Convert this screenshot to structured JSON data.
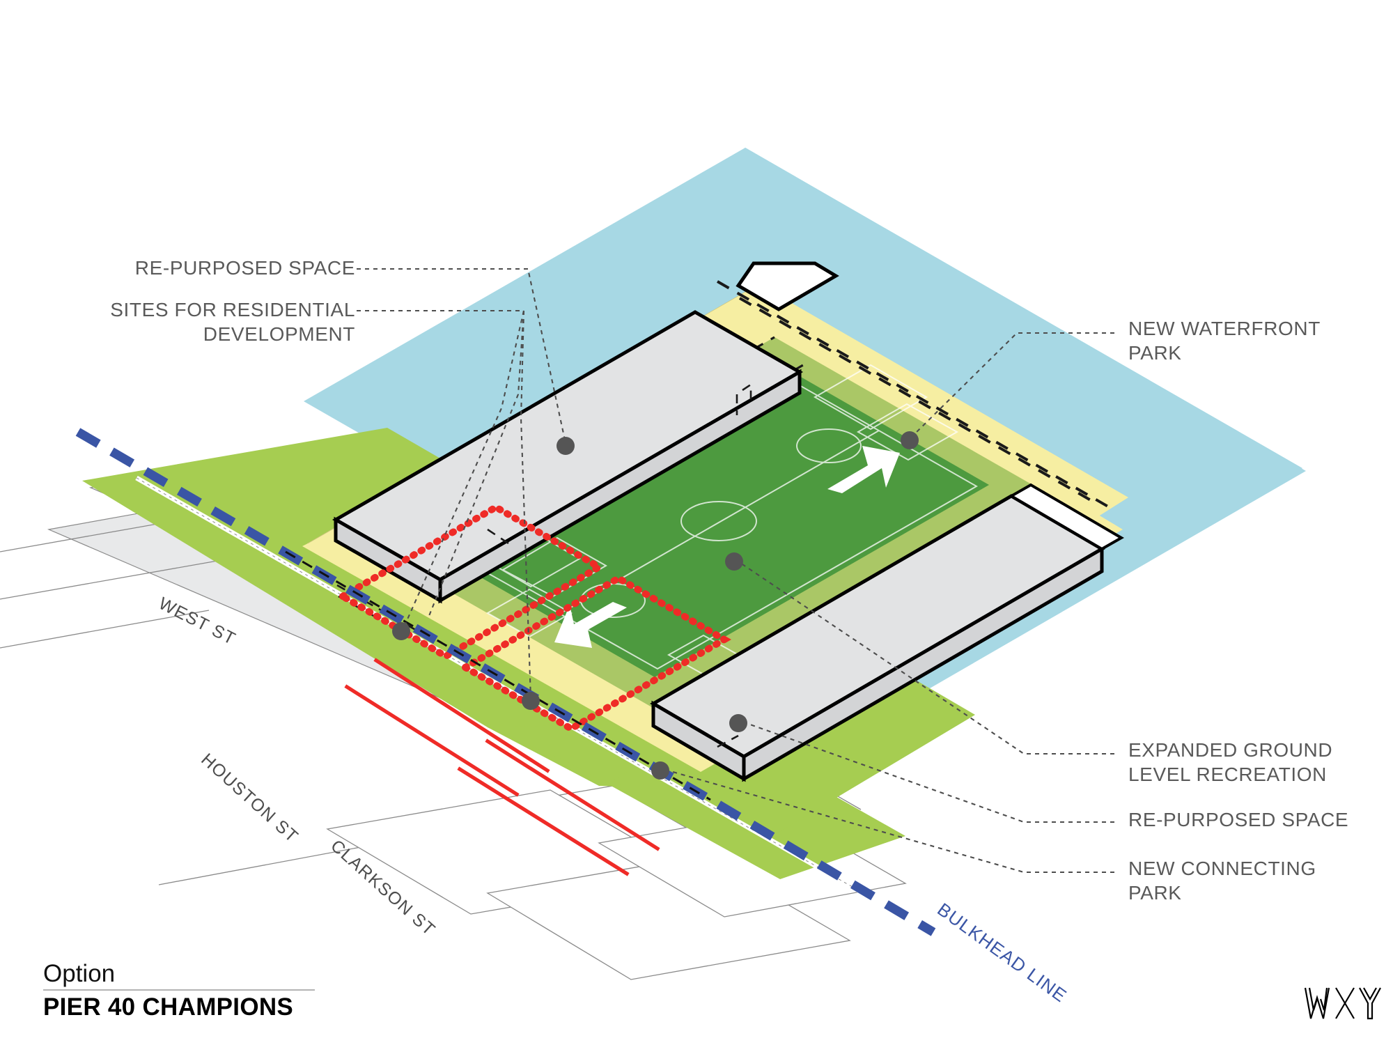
{
  "meta": {
    "kind": "axonometric site plan diagram",
    "subject": "Pier 40 waterfront redevelopment concept"
  },
  "titleblock": {
    "option_label": "Option",
    "scheme_name": "PIER 40 CHAMPIONS"
  },
  "logo": {
    "text": "WXY",
    "letters": [
      "W",
      "X",
      "Y"
    ]
  },
  "annotations": {
    "left": [
      {
        "id": "repurposed-space-left",
        "text": "RE-PURPOSED SPACE",
        "align": "right"
      },
      {
        "id": "residential-sites",
        "text": "SITES FOR RESIDENTIAL\nDEVELOPMENT",
        "align": "right"
      }
    ],
    "right": [
      {
        "id": "waterfront-park",
        "text": "NEW WATERFRONT\nPARK",
        "align": "left"
      },
      {
        "id": "ground-recreation",
        "text": "EXPANDED GROUND\nLEVEL RECREATION",
        "align": "left"
      },
      {
        "id": "repurposed-space-right",
        "text": "RE-PURPOSED SPACE",
        "align": "left"
      },
      {
        "id": "connecting-park",
        "text": "NEW CONNECTING\nPARK",
        "align": "left"
      }
    ]
  },
  "map_labels": {
    "streets": [
      {
        "name": "WEST ST",
        "rotation_deg": 27
      },
      {
        "name": "HOUSTON ST",
        "rotation_deg": 42
      },
      {
        "name": "CLARKSON ST",
        "rotation_deg": 42
      }
    ],
    "boundary": {
      "name": "BULKHEAD LINE",
      "rotation_deg": 36,
      "color": "#3a55a5"
    }
  },
  "colors": {
    "water": "#a7d8e4",
    "park_green": "#a6cd51",
    "field_green": "#4d9a3f",
    "field_apron": "#aac766",
    "promenade_yellow": "#f6eea2",
    "building_top": "#e2e3e4",
    "building_side": "#d3d4d6",
    "pavement": "#e8e9ea",
    "outline_black": "#000000",
    "leader_gray": "#555555",
    "site_red": "#ef2b27",
    "bulkhead_blue": "#3a55a5",
    "label_gray": "#595959",
    "arrow_white": "#ffffff"
  },
  "legend_markers": {
    "leader_dot_count": 7,
    "white_arrows": 2,
    "residential_site_outlines": 2
  }
}
